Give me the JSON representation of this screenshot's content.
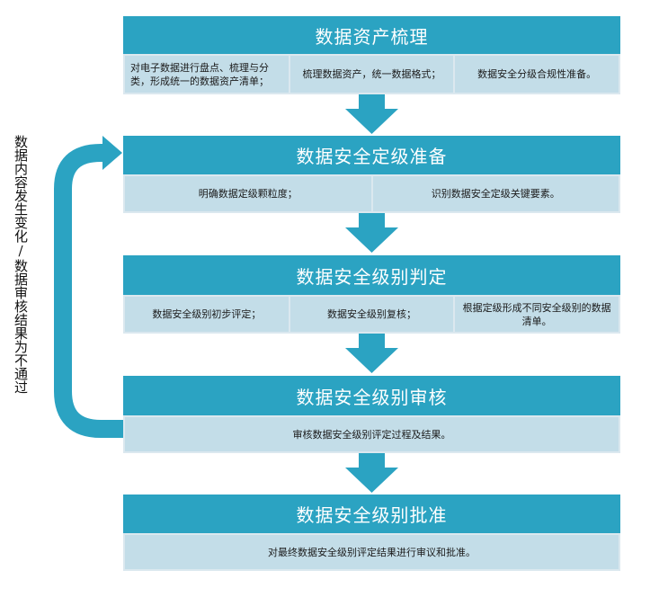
{
  "colors": {
    "header": "#2ba3c2",
    "row": "#dbe8ef",
    "cell": "#c3dde8",
    "arrow": "#2ba3c2"
  },
  "loop_label": "数据内容发生变化/数据审核结果为不通过",
  "steps": [
    {
      "title": "数据资产梳理",
      "items": [
        "对电子数据进行盘点、梳理与分类，形成统一的数据资产清单；",
        "梳理数据资产，统一数据格式；",
        "数据安全分级合规性准备。"
      ]
    },
    {
      "title": "数据安全定级准备",
      "items": [
        "明确数据定级颗粒度；",
        "识别数据安全定级关键要素。"
      ]
    },
    {
      "title": "数据安全级别判定",
      "items": [
        "数据安全级别初步评定；",
        "数据安全级别复核；",
        "根据定级形成不同安全级别的数据清单。"
      ]
    },
    {
      "title": "数据安全级别审核",
      "items": [
        "审核数据安全级别评定过程及结果。"
      ]
    },
    {
      "title": "数据安全级别批准",
      "items": [
        "对最终数据安全级别评定结果进行审议和批准。"
      ]
    }
  ]
}
